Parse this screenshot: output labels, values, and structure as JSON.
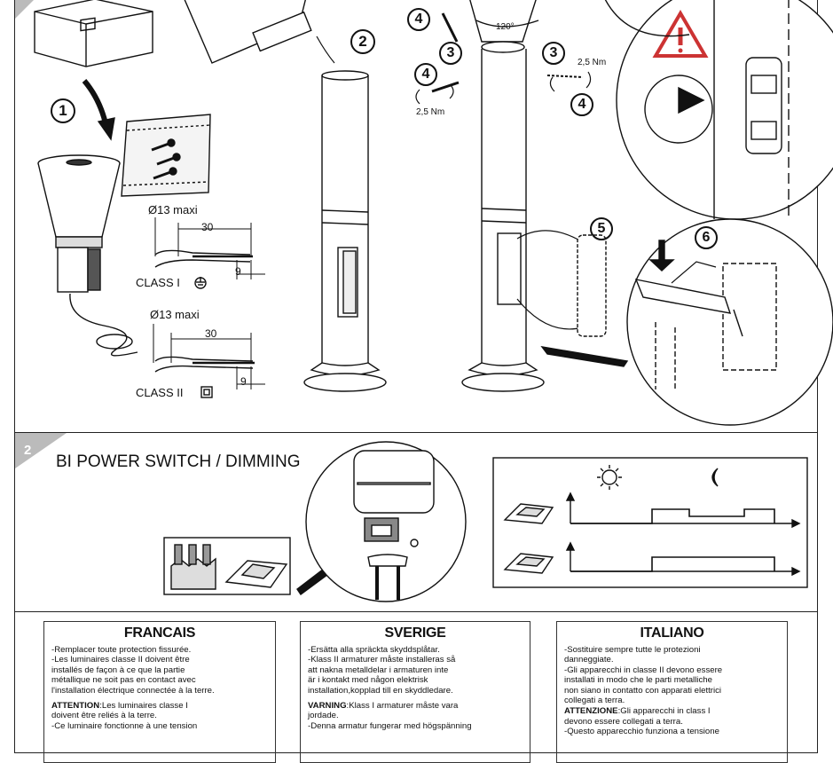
{
  "section1": {
    "steps": [
      "1",
      "2",
      "3",
      "3",
      "4",
      "4",
      "4",
      "4",
      "5",
      "6"
    ],
    "angle": "120°",
    "torque": "2,5 Nm",
    "wire_class1": {
      "diameter": "Ø13 maxi",
      "strip": "30",
      "end": "9",
      "label": "CLASS I"
    },
    "wire_class2": {
      "diameter": "Ø13 maxi",
      "strip": "30",
      "end": "9",
      "label": "CLASS II"
    }
  },
  "section2": {
    "step": "2",
    "title": "BI POWER SWITCH / DIMMING"
  },
  "languages": [
    {
      "title": "FRANCAIS",
      "body": "-Remplacer toute protection fissurée.\n-Les luminaires classe II doivent être\n installés de façon à ce que la partie\n métallique ne soit pas en contact avec\n l'installation électrique connectée à la terre.",
      "warn_word": "ATTENTION",
      "warn_text": ":Les luminaires classe I\ndoivent être reliés à la terre.\n-Ce luminaire fonctionne à une tension"
    },
    {
      "title": "SVERIGE",
      "body": "-Ersätta alla spräckta skyddsplåtar.\n-Klass II armaturer måste installeras så\n att nakna metalldelar i armaturen inte\n är i kontakt med någon elektrisk\n installation,kopplad till en skyddledare.",
      "warn_word": "VARNING",
      "warn_text": ":Klass I armaturer måste vara\njordade.\n-Denna armatur fungerar med högspänning"
    },
    {
      "title": "ITALIANO",
      "body": "-Sostituire sempre tutte le protezioni\n danneggiate.\n-Gli apparecchi in classe II devono essere\n installati in modo che le parti metalliche\n non siano in contatto con apparati elettrici\n collegati a terra.",
      "warn_word": "ATTENZIONE",
      "warn_text": ":Gli apparecchi in class I\ndevono essere collegati a terra.\n-Questo apparecchio funziona a tensione"
    }
  ]
}
